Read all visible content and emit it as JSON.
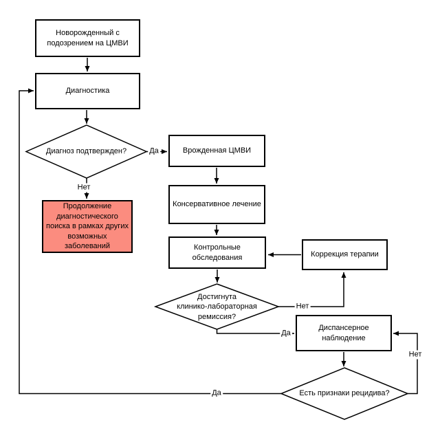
{
  "colors": {
    "background": "#ffffff",
    "line": "#000000",
    "node_fill": "#ffffff",
    "node_border": "#000000",
    "highlight_fill": "#fb8c7f"
  },
  "nodes": {
    "newborn": "Новорожденный с\nподозрением на ЦМВИ",
    "diagnostics": "Диагностика",
    "diagnosis_confirmed": "Диагноз подтвержден?",
    "congenital_cmv": "Врожденная ЦМВИ",
    "continue_search": "Продолжение\nдиагностического\nпоиска в рамках других\nвозможных\nзаболеваний",
    "conservative_treatment": "Консервативное лечение",
    "control_examinations": "Контрольные\nобследования",
    "therapy_correction": "Коррекция терапии",
    "remission_achieved": "Достигнута\nклинико-лабораторная\nремиссия?",
    "dispensary_observation": "Диспансерное\nнаблюдение",
    "relapse_signs": "Есть признаки рецидива?"
  },
  "edge_labels": {
    "confirmed_yes": "Да",
    "confirmed_no": "Нет",
    "remission_no": "Нет",
    "remission_yes": "Да",
    "relapse_no": "Нет",
    "relapse_yes": "Да"
  }
}
